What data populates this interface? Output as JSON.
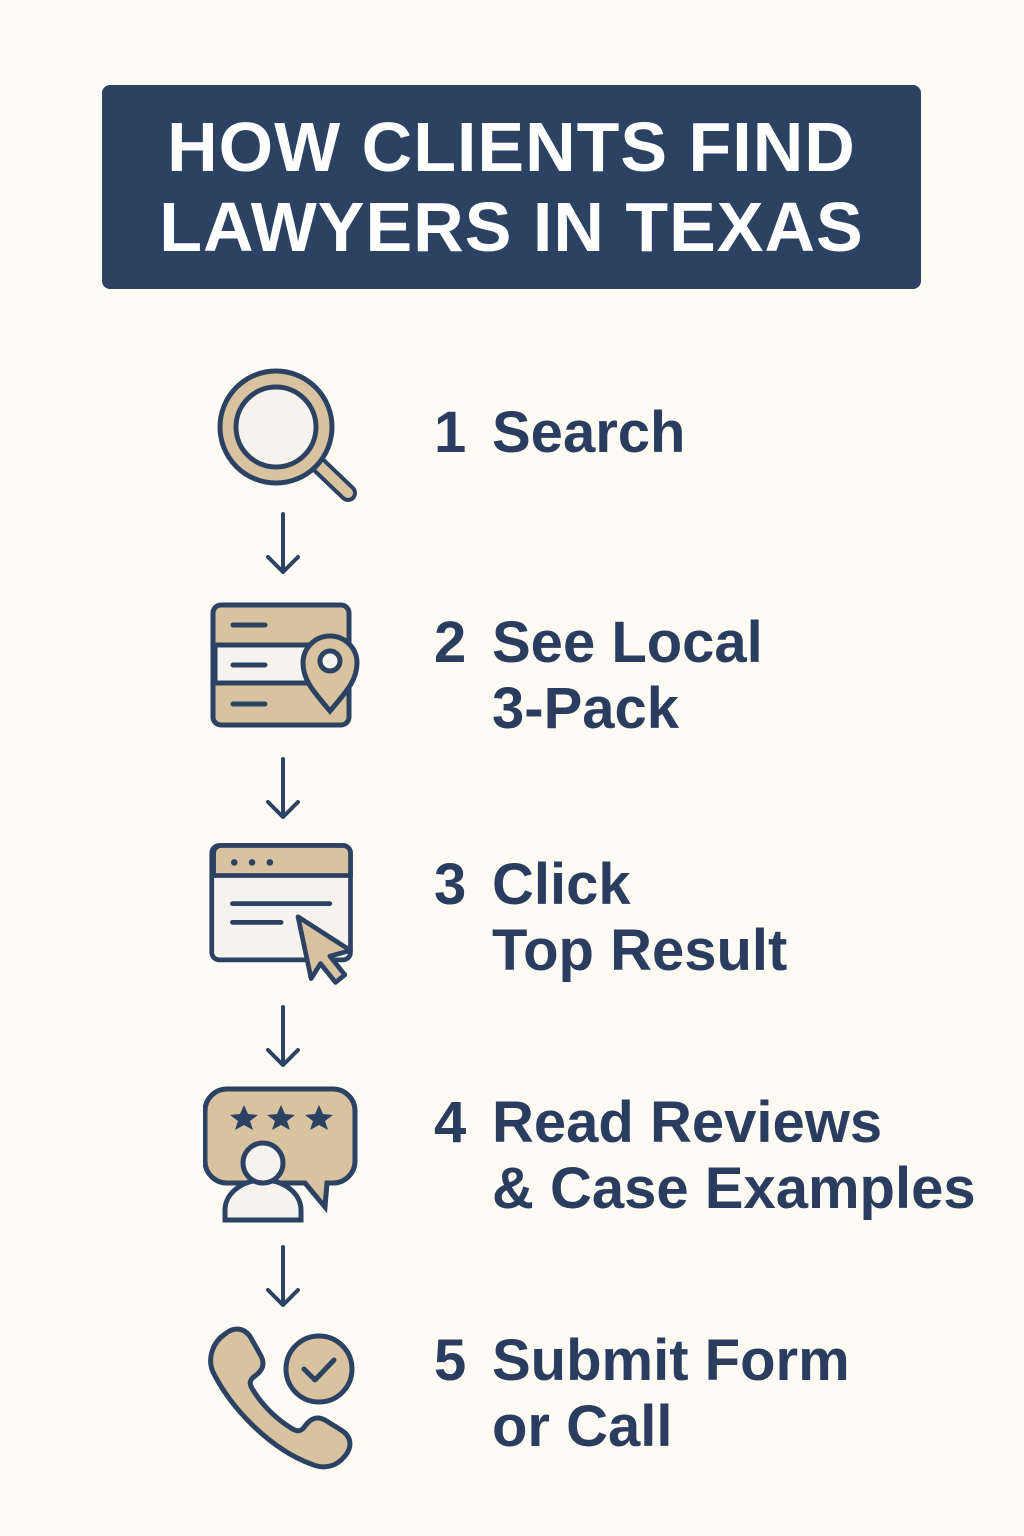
{
  "title": {
    "line1": "HOW CLIENTS FIND",
    "line2": "LAWYERS IN TEXAS"
  },
  "colors": {
    "background": "#fdfbf4",
    "navy": "#2b4262",
    "tan": "#d8c29f",
    "light": "#f6f3ee"
  },
  "steps": [
    {
      "number": "1",
      "lines": [
        "Search"
      ],
      "icon": "magnifying-glass-icon"
    },
    {
      "number": "2",
      "lines": [
        "See Local",
        "3-Pack"
      ],
      "icon": "map-listing-pin-icon"
    },
    {
      "number": "3",
      "lines": [
        "Click",
        "Top Result"
      ],
      "icon": "browser-cursor-icon"
    },
    {
      "number": "4",
      "lines": [
        "Read Reviews",
        "& Case Examples"
      ],
      "icon": "review-stars-person-icon"
    },
    {
      "number": "5",
      "lines": [
        "Submit Form",
        "or Call"
      ],
      "icon": "phone-check-icon"
    }
  ]
}
